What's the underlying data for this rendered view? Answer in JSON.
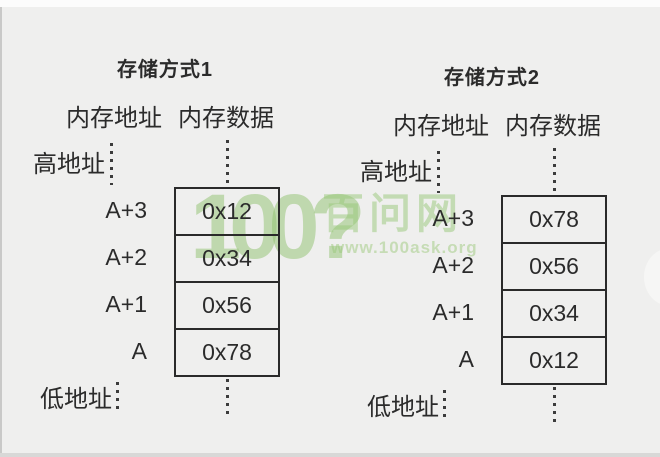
{
  "page": {
    "background": "#efefee",
    "ink_color": "#2b2b2b",
    "watermark_green": "#98c778"
  },
  "watermark": {
    "logo_text": "100",
    "logo_mark": "?",
    "brand": "百问网",
    "url": "www.100ask.org"
  },
  "diagrams": [
    {
      "title": "存储方式1",
      "address_header": "内存地址",
      "data_header": "内存数据",
      "high_address_label": "高地址",
      "low_address_label": "低地址",
      "rows": [
        {
          "address": "A+3",
          "value": "0x12"
        },
        {
          "address": "A+2",
          "value": "0x34"
        },
        {
          "address": "A+1",
          "value": "0x56"
        },
        {
          "address": "A",
          "value": "0x78"
        }
      ]
    },
    {
      "title": "存储方式2",
      "address_header": "内存地址",
      "data_header": "内存数据",
      "high_address_label": "高地址",
      "low_address_label": "低地址",
      "rows": [
        {
          "address": "A+3",
          "value": "0x78"
        },
        {
          "address": "A+2",
          "value": "0x56"
        },
        {
          "address": "A+1",
          "value": "0x34"
        },
        {
          "address": "A",
          "value": "0x12"
        }
      ]
    }
  ]
}
